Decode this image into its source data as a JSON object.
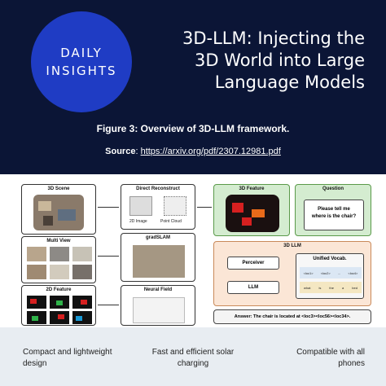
{
  "badge": {
    "line1": "DAILY",
    "line2": "INSIGHTS"
  },
  "headline": {
    "line1": "3D-LLM: Injecting the",
    "line2": "3D World into Large",
    "line3": "Language Models"
  },
  "caption": "Figure 3: Overview of 3D-LLM framework.",
  "source": {
    "label": "Source",
    "url": "https://arxiv.org/pdf/2307.12981.pdf"
  },
  "figure": {
    "scene_title": "3D Scene",
    "multiview_title": "Multi View",
    "feature2d_title": "2D Feature",
    "direct_title": "Direct Reconstruct",
    "direct_image": "2D Image",
    "direct_cloud": "Point Cloud",
    "gradslam_title": "gradSLAM",
    "neural_title": "Neural Field",
    "feature3d_title": "3D Feature",
    "question_title": "Question",
    "question_text1": "Please tell me",
    "question_text2": "where is the chair?",
    "llm_block_title": "3D LLM",
    "perceiver": "Perceiver",
    "llm": "LLM",
    "vocab_title": "Unified Vocab.",
    "vocab_row1": [
      "<loc1>",
      "<loc2>",
      "...",
      "<loc4>"
    ],
    "vocab_row2": [
      "what",
      "is",
      "the",
      "a",
      "bed"
    ],
    "answer": "Answer: The chair is located at <loc3><loc56><loc34>."
  },
  "features": [
    {
      "line1": "Compact and lightweight",
      "line2": "design"
    },
    {
      "line1": "Fast and efficient solar",
      "line2": "charging"
    },
    {
      "line1": "Compatible with all",
      "line2": "phones"
    }
  ],
  "colors": {
    "hero_bg": "#0b1536",
    "badge_bg": "#1f3cc4",
    "footer_bg": "#e8edf2",
    "green_box": "#d4ecd0",
    "peach_box": "#fbe6d6"
  }
}
